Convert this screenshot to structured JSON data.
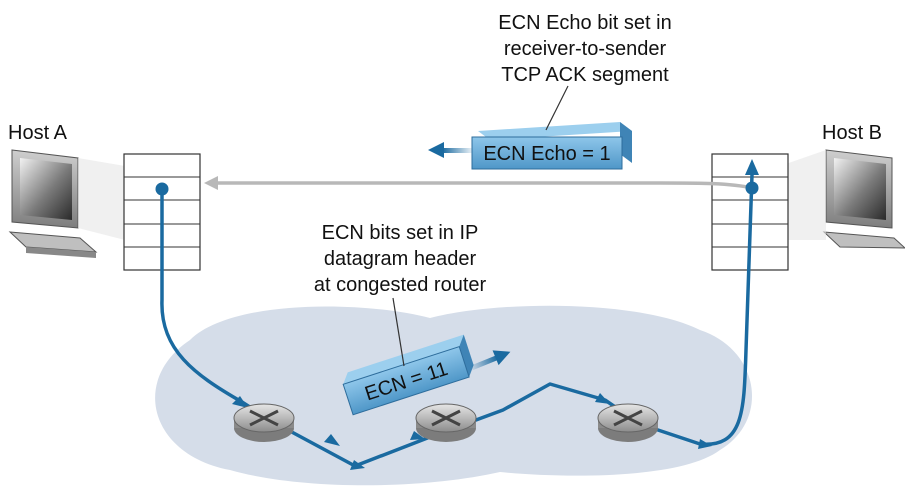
{
  "hosts": {
    "a_label": "Host A",
    "b_label": "Host B"
  },
  "annotations": {
    "ack_line1": "ECN Echo bit set in",
    "ack_line2": "receiver-to-sender",
    "ack_line3": "TCP ACK segment",
    "ip_line1": "ECN bits set in IP",
    "ip_line2": "datagram header",
    "ip_line3": "at congested router"
  },
  "packets": {
    "ack_packet_text": "ECN Echo = 1",
    "ip_packet_text": "ECN = 11"
  },
  "colors": {
    "path_blue": "#1a6aa0",
    "ack_gray": "#b8b8b8",
    "cloud_fill": "#d5dde9",
    "packet_fill": "#6aaed8",
    "router_fill": "#9a9a9a"
  },
  "icons": [
    "computer-icon",
    "router-icon",
    "arrow-icon"
  ]
}
